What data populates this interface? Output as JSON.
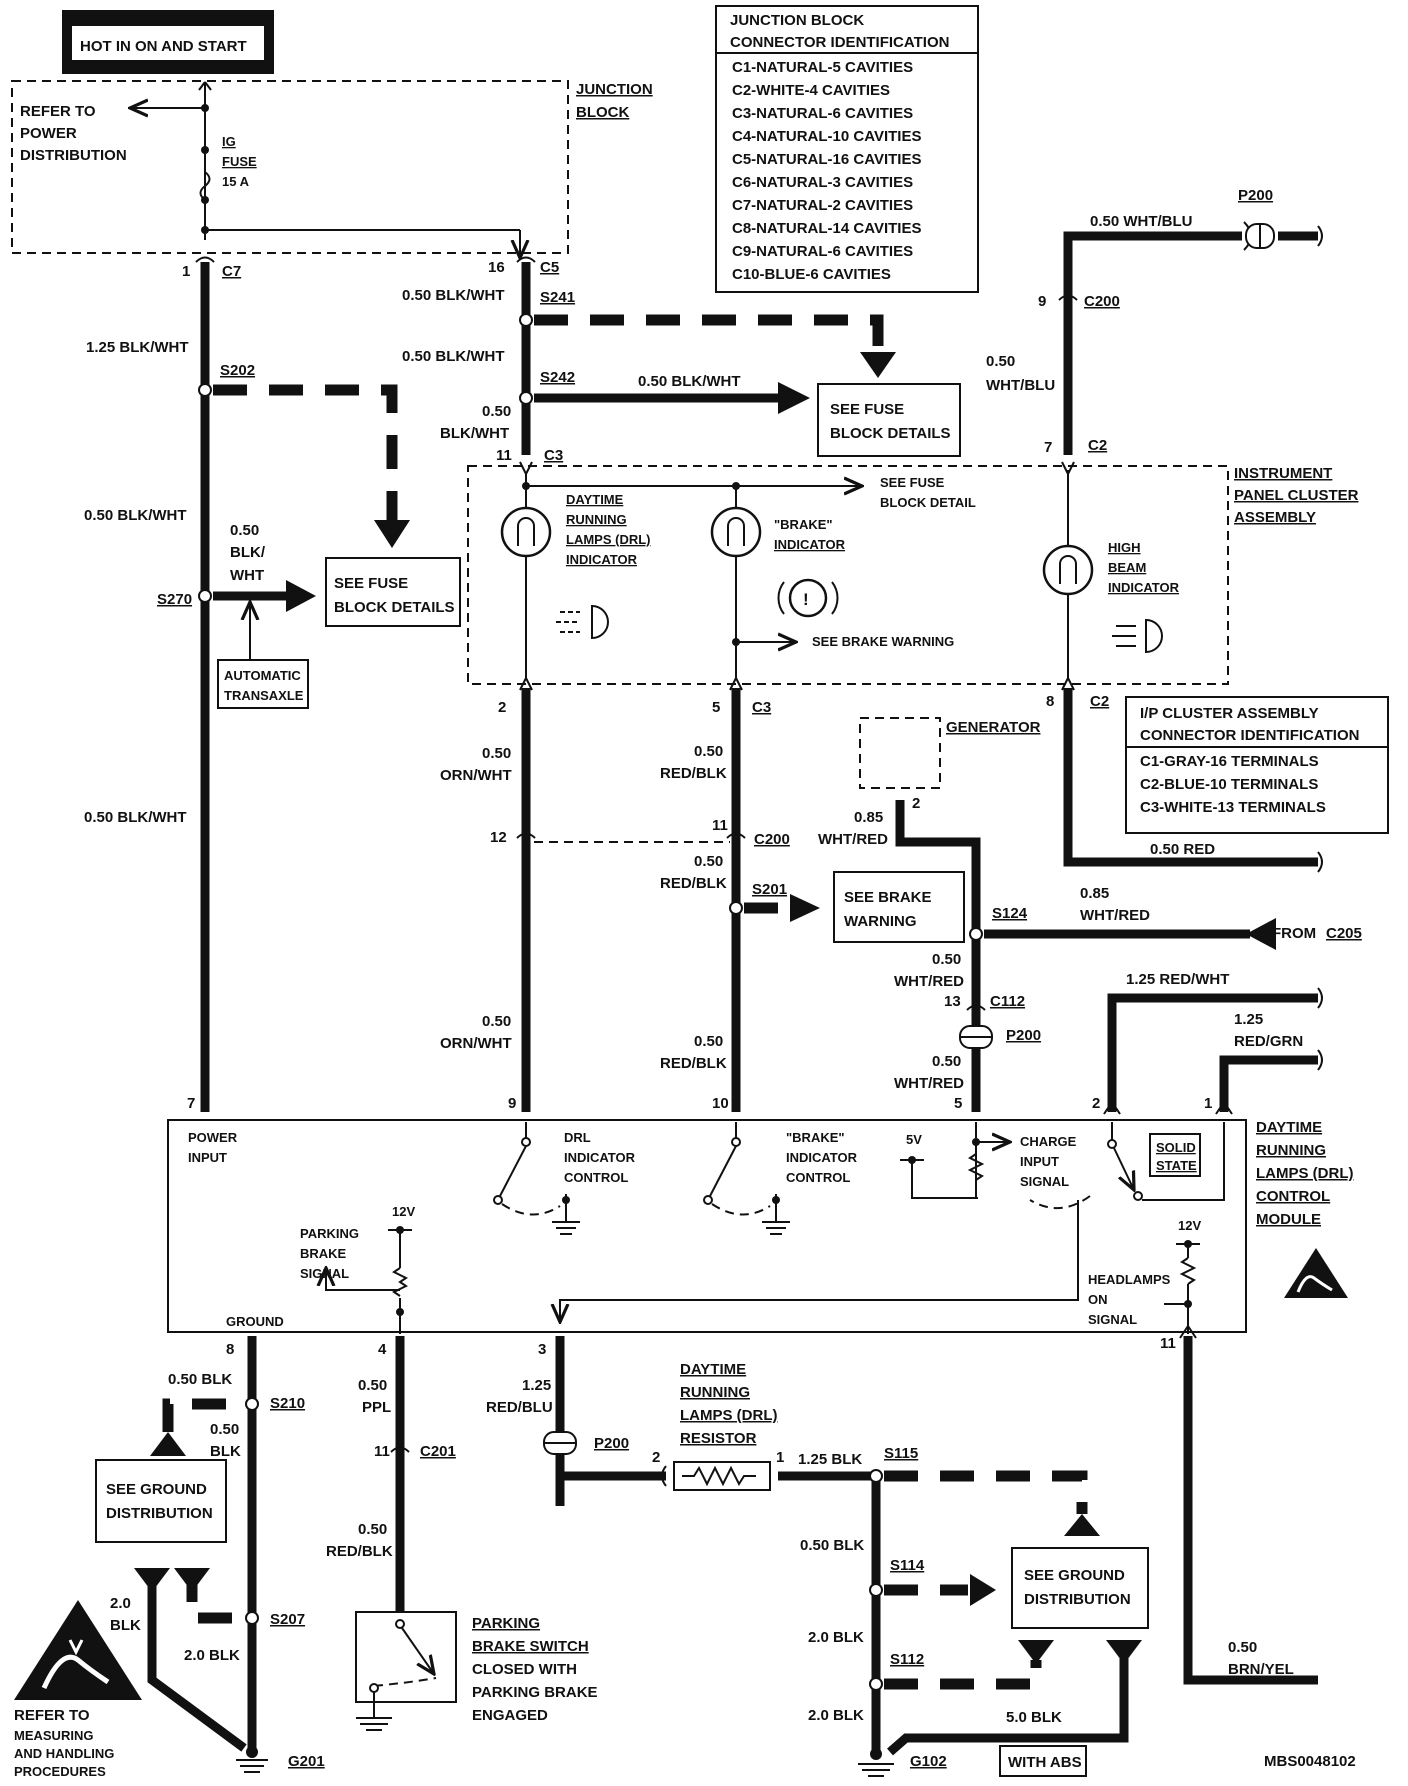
{
  "header": {
    "hot_label": "HOT IN ON AND START",
    "figure_code": "MBS0048102"
  },
  "junction_block": {
    "label_line1": "JUNCTION",
    "label_line2": "BLOCK",
    "refer_line1": "REFER TO",
    "refer_line2": "POWER",
    "refer_line3": "DISTRIBUTION",
    "fuse_line1": "IG",
    "fuse_line2": "FUSE",
    "fuse_rating": "15 A"
  },
  "jb_connector_table": {
    "title_line1": "JUNCTION BLOCK",
    "title_line2": "CONNECTOR IDENTIFICATION",
    "rows": [
      "C1-NATURAL-5 CAVITIES",
      "C2-WHITE-4 CAVITIES",
      "C3-NATURAL-6 CAVITIES",
      "C4-NATURAL-10 CAVITIES",
      "C5-NATURAL-16 CAVITIES",
      "C6-NATURAL-3 CAVITIES",
      "C7-NATURAL-2 CAVITIES",
      "C8-NATURAL-14 CAVITIES",
      "C9-NATURAL-6 CAVITIES",
      "C10-BLUE-6 CAVITIES"
    ]
  },
  "ip_connector_table": {
    "title_line1": "I/P CLUSTER ASSEMBLY",
    "title_line2": "CONNECTOR IDENTIFICATION",
    "rows": [
      "C1-GRAY-16 TERMINALS",
      "C2-BLUE-10 TERMINALS",
      "C3-WHITE-13 TERMINALS"
    ]
  },
  "cluster": {
    "label_line1": "INSTRUMENT",
    "label_line2": "PANEL CLUSTER",
    "label_line3": "ASSEMBLY",
    "drl_line1": "DAYTIME",
    "drl_line2": "RUNNING",
    "drl_line3": "LAMPS (DRL)",
    "drl_line4": "INDICATOR",
    "brake_line1": "\"BRAKE\"",
    "brake_line2": "INDICATOR",
    "high_line1": "HIGH",
    "high_line2": "BEAM",
    "high_line3": "INDICATOR",
    "see_fuse_line1": "SEE FUSE",
    "see_fuse_line2": "BLOCK DETAIL",
    "see_brake_warning": "SEE BRAKE WARNING"
  },
  "boxes": {
    "fuse_right_line1": "SEE FUSE",
    "fuse_right_line2": "BLOCK DETAILS",
    "fuse_left_line1": "SEE FUSE",
    "fuse_left_line2": "BLOCK DETAILS",
    "auto_line1": "AUTOMATIC",
    "auto_line2": "TRANSAXLE",
    "brake_line1": "SEE BRAKE",
    "brake_line2": "WARNING",
    "ground_left_line1": "SEE GROUND",
    "ground_left_line2": "DISTRIBUTION",
    "ground_right_line1": "SEE GROUND",
    "ground_right_line2": "DISTRIBUTION",
    "with_abs": "WITH ABS",
    "from_label": "FROM",
    "from_conn": "C205",
    "generator": "GENERATOR"
  },
  "module": {
    "title_line1": "DAYTIME",
    "title_line2": "RUNNING",
    "title_line3": "LAMPS (DRL)",
    "title_line4": "CONTROL",
    "title_line5": "MODULE",
    "power_line1": "POWER",
    "power_line2": "INPUT",
    "drl_ctrl_line1": "DRL",
    "drl_ctrl_line2": "INDICATOR",
    "drl_ctrl_line3": "CONTROL",
    "brake_ctrl_line1": "\"BRAKE\"",
    "brake_ctrl_line2": "INDICATOR",
    "brake_ctrl_line3": "CONTROL",
    "five_v": "5V",
    "charge_line1": "CHARGE",
    "charge_line2": "INPUT",
    "charge_line3": "SIGNAL",
    "solid_line1": "SOLID",
    "solid_line2": "STATE",
    "parking_line1": "PARKING",
    "parking_line2": "BRAKE",
    "parking_line3": "SIGNAL",
    "twelve_v": "12V",
    "headlamps_line1": "HEADLAMPS",
    "headlamps_line2": "ON",
    "headlamps_line3": "SIGNAL",
    "ground": "GROUND"
  },
  "resistor": {
    "line1": "DAYTIME",
    "line2": "RUNNING",
    "line3": "LAMPS (DRL)",
    "line4": "RESISTOR"
  },
  "parking_switch": {
    "line1": "PARKING",
    "line2": "BRAKE SWITCH",
    "line3": "CLOSED WITH",
    "line4": "PARKING BRAKE",
    "line5": "ENGAGED"
  },
  "refer_measure": {
    "line1": "REFER TO",
    "line2": "MEASURING",
    "line3": "AND HANDLING",
    "line4": "PROCEDURES"
  },
  "splices": {
    "s241": "S241",
    "s242": "S242",
    "s202": "S202",
    "s270": "S270",
    "s201": "S201",
    "s124": "S124",
    "s210": "S210",
    "s207": "S207",
    "s115": "S115",
    "s114": "S114",
    "s112": "S112",
    "g201": "G201",
    "g102": "G102"
  },
  "connectors": {
    "c7": "C7",
    "c5": "C5",
    "c3a": "C3",
    "c3b": "C3",
    "c200a": "C200",
    "c200b": "C200",
    "c2a": "C2",
    "c2b": "C2",
    "c112": "C112",
    "p200a": "P200",
    "p200b": "P200",
    "p200c": "P200",
    "c201": "C201"
  },
  "pins": {
    "p1": "1",
    "p16": "16",
    "p11a": "11",
    "p9a": "9",
    "p7a": "7",
    "p2a": "2",
    "p5a": "5",
    "p8a": "8",
    "p12": "12",
    "p11b": "11",
    "p2gen": "2",
    "p13": "13",
    "p5b": "5",
    "m7": "7",
    "m9": "9",
    "m10": "10",
    "m2": "2",
    "m1": "1",
    "b8": "8",
    "b4": "4",
    "b3": "3",
    "b11": "11",
    "p11c": "11",
    "r2": "2",
    "r1": "1"
  },
  "wires": {
    "w1_125": "1.25 BLK/WHT",
    "w_050bw_a": "0.50 BLK/WHT",
    "w_050bw_b": "0.50 BLK/WHT",
    "w_050bw_c": "0.50 BLK/WHT",
    "w_050bw_d": "0.50 BLK/WHT",
    "w_050bw_e": "0.50 BLK/WHT",
    "w_050_stack_1": "0.50",
    "w_050_stack_2": "BLK/WHT",
    "w_blk3_1": "0.50",
    "w_blk3_2": "BLK/",
    "w_blk3_3": "WHT",
    "w_wb_1": "0.50",
    "w_wb_2": "WHT/BLU",
    "w_wb_top": "0.50 WHT/BLU",
    "w_ow_1": "0.50",
    "w_ow_2": "ORN/WHT",
    "w_ow2_1": "0.50",
    "w_ow2_2": "ORN/WHT",
    "w_rb1_1": "0.50",
    "w_rb1_2": "RED/BLK",
    "w_rb2_1": "0.50",
    "w_rb2_2": "RED/BLK",
    "w_rb3_1": "0.50",
    "w_rb3_2": "RED/BLK",
    "w_wr1_1": "0.85",
    "w_wr1_2": "WHT/RED",
    "w_wr2_1": "0.85",
    "w_wr2_2": "WHT/RED",
    "w_wr3_1": "0.50",
    "w_wr3_2": "WHT/RED",
    "w_wr4_1": "0.50",
    "w_wr4_2": "WHT/RED",
    "w_red": "0.50 RED",
    "w_rw": "1.25 RED/WHT",
    "w_rg_1": "1.25",
    "w_rg_2": "RED/GRN",
    "w_gnd_1": "0.50 BLK",
    "w_gnd_2a": "0.50",
    "w_gnd_2b": "BLK",
    "w_gnd_3a": "2.0",
    "w_gnd_3b": "BLK",
    "w_gnd_4": "2.0 BLK",
    "w_ppl_1": "0.50",
    "w_ppl_2": "PPL",
    "w_rblk_1": "0.50",
    "w_rblk_2": "RED/BLK",
    "w_rblu_1": "1.25",
    "w_rblu_2": "RED/BLU",
    "w_125blk": "1.25 BLK",
    "w_050blk": "0.50 BLK",
    "w_20blk_a": "2.0 BLK",
    "w_20blk_b": "2.0 BLK",
    "w_50blk": "5.0 BLK",
    "w_by_1": "0.50",
    "w_by_2": "BRN/YEL"
  }
}
